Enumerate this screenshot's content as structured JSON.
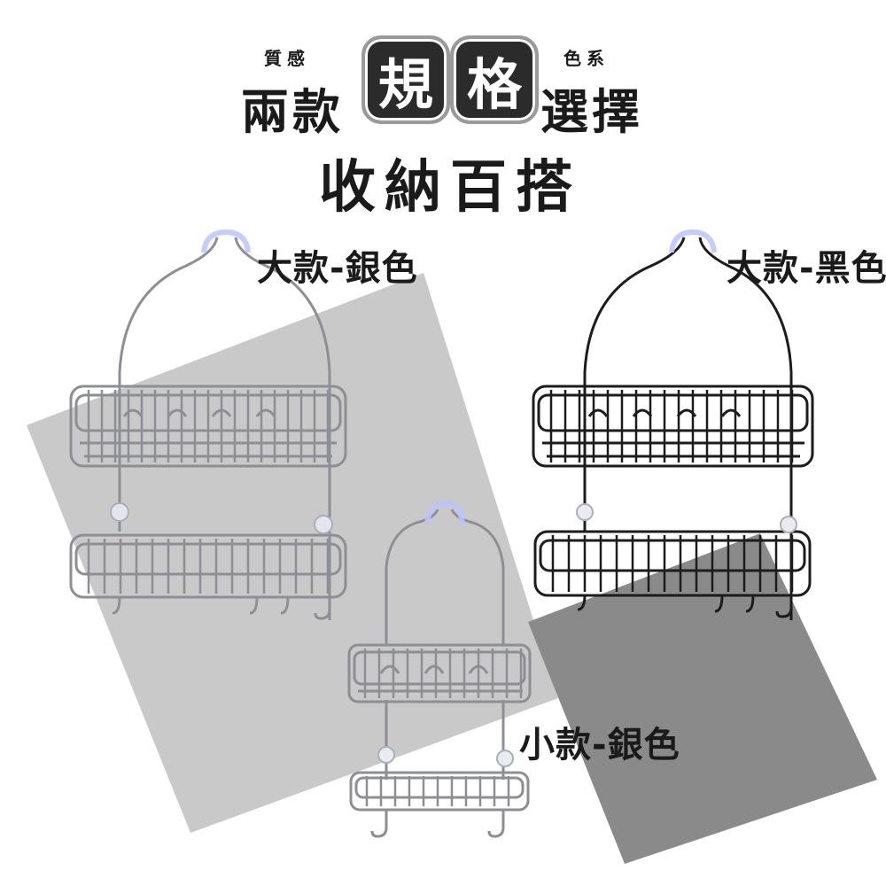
{
  "header": {
    "caption_left": "質感",
    "caption_right": "色系",
    "line1_left": "兩款",
    "pill_1": "規",
    "pill_2": "格",
    "line1_right": "選擇",
    "line2": "收納百搭"
  },
  "variants": [
    {
      "label": "大款-銀色",
      "finish": "silver",
      "size": "large"
    },
    {
      "label": "大款-黑色",
      "finish": "black",
      "size": "large"
    },
    {
      "label": "小款-銀色",
      "finish": "silver",
      "size": "small"
    }
  ],
  "colors": {
    "background": "#ffffff",
    "panel_light": "#c9c9c9",
    "panel_dark": "#8a8a8a",
    "rack_silver": "#8d8f94",
    "rack_black": "#1c1c1c",
    "suction": "#b8c4ff",
    "text": "#1a1a1a"
  }
}
